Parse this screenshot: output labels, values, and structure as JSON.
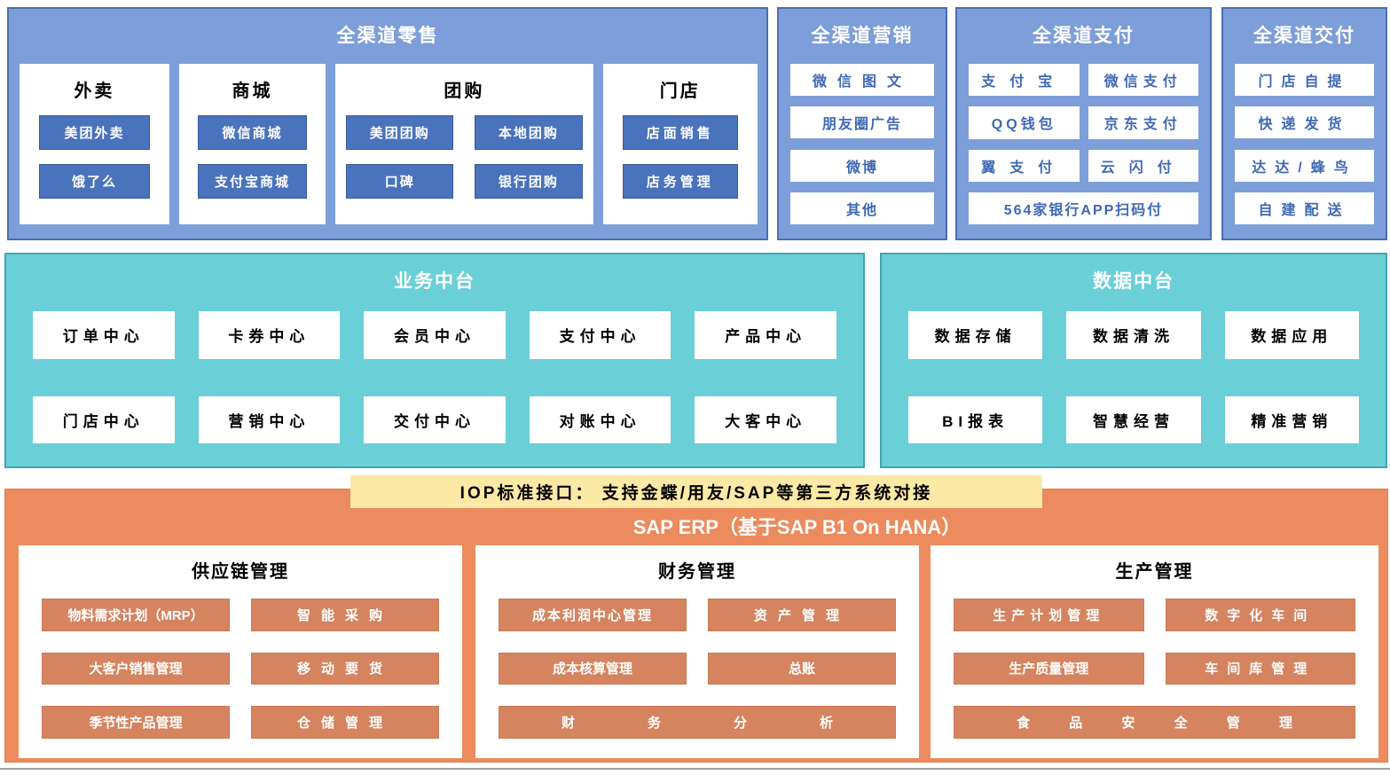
{
  "retail": {
    "title": "全渠道零售",
    "columns": [
      {
        "title": "外卖",
        "items": [
          "美团外卖",
          "饿了么"
        ]
      },
      {
        "title": "商城",
        "items": [
          "微信商城",
          "支付宝商城"
        ]
      },
      {
        "title": "团购",
        "items": [
          "美团团购",
          "本地团购",
          "口碑",
          "银行团购"
        ]
      },
      {
        "title": "门店",
        "items": [
          "店面销售",
          "店务管理"
        ]
      }
    ]
  },
  "marketing": {
    "title": "全渠道营销",
    "items": [
      "微信图文",
      "朋友圈广告",
      "微博",
      "其他"
    ]
  },
  "payment": {
    "title": "全渠道支付",
    "items": [
      "支付宝",
      "微信支付",
      "QQ钱包",
      "京东支付",
      "翼支付",
      "云闪付",
      "564家银行APP扫码付"
    ]
  },
  "delivery": {
    "title": "全渠道交付",
    "items": [
      "门店自提",
      "快递发货",
      "达达/蜂鸟",
      "自建配送"
    ]
  },
  "business": {
    "title": "业务中台",
    "items": [
      "订单中心",
      "卡券中心",
      "会员中心",
      "支付中心",
      "产品中心",
      "门店中心",
      "营销中心",
      "交付中心",
      "对账中心",
      "大客中心"
    ]
  },
  "data_platform": {
    "title": "数据中台",
    "items": [
      "数据存储",
      "数据清洗",
      "数据应用",
      "BI报表",
      "智慧经营",
      "精准营销"
    ]
  },
  "iop": {
    "label": "IOP标准接口： 支持金蝶/用友/SAP等第三方系统对接"
  },
  "erp": {
    "title": "SAP ERP（基于SAP B1 On HANA）",
    "sections": [
      {
        "title": "供应链管理",
        "items": [
          "物料需求计划（MRP）",
          "智能采购",
          "大客户销售管理",
          "移动要货",
          "季节性产品管理",
          "仓储管理"
        ]
      },
      {
        "title": "财务管理",
        "items": [
          "成本利润中心管理",
          "资产管理",
          "成本核算管理",
          "总账",
          "财务分析"
        ]
      },
      {
        "title": "生产管理",
        "items": [
          "生产计划管理",
          "数字化车间",
          "生产质量管理",
          "车间库管理",
          "食品安全管理"
        ]
      }
    ]
  },
  "colors": {
    "panel_blue": "#7D9ED9",
    "panel_blue_border": "#4E6CB3",
    "box_blue": "#4A73BD",
    "blue_text": "#3F68B5",
    "panel_teal": "#6BCFD7",
    "panel_teal_border": "#3BA8B4",
    "panel_orange": "#EC8B5D",
    "box_orange": "#D5845F",
    "banner_yellow": "#FCE9A6"
  }
}
